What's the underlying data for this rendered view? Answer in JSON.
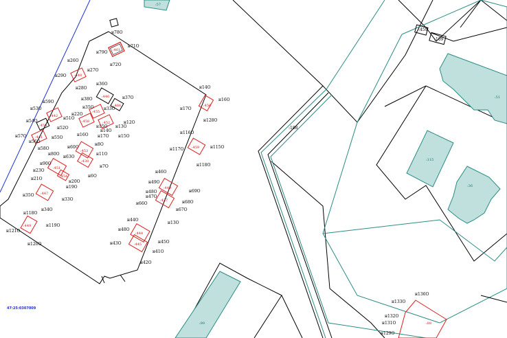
{
  "colors": {
    "boundary": "#000000",
    "redParcel": "#e01c1c",
    "teal": "#2a8b84",
    "tealFill": "#bfe0dc",
    "blueLine": "#1a2fd6"
  },
  "cadastral_number": "47:25:0307009",
  "buildings": [
    {
      "id": "b1",
      "label": ":57"
    },
    {
      "id": "b2",
      "label": ":51"
    },
    {
      "id": "b3",
      "label": ":115"
    },
    {
      "id": "b4",
      "label": ":36"
    },
    {
      "id": "b5",
      "label": ":99"
    }
  ],
  "parcels": [
    {
      "id": "p1",
      "label": ":461"
    },
    {
      "id": "p2",
      "label": ":448"
    },
    {
      "id": "p3",
      "label": ":446"
    },
    {
      "id": "p4",
      "label": ":466"
    },
    {
      "id": "p5",
      "label": ":455"
    },
    {
      "id": "p6",
      "label": ":452"
    },
    {
      "id": "p7",
      "label": ":458"
    },
    {
      "id": "p8",
      "label": ":442"
    },
    {
      "id": "p9",
      "label": ":441"
    },
    {
      "id": "p10",
      "label": ":450"
    },
    {
      "id": "p11",
      "label": ":453"
    },
    {
      "id": "p12",
      "label": ":438"
    },
    {
      "id": "p13",
      "label": ":459"
    },
    {
      "id": "p14",
      "label": ":451"
    },
    {
      "id": "p15",
      "label": ":447"
    },
    {
      "id": "p16",
      "label": ":449"
    },
    {
      "id": "p17",
      "label": ":443"
    },
    {
      "id": "p18",
      "label": ":437"
    },
    {
      "id": "p19",
      "label": ":444"
    },
    {
      "id": "p20",
      "label": ":445"
    },
    {
      "id": "p21",
      "label": ":456"
    },
    {
      "id": "p22",
      "label": ":454"
    },
    {
      "id": "p23",
      "label": ":88"
    }
  ],
  "small_labels": {
    "top_right_1": ":459",
    "top_right_2": ":109",
    "road": ":188"
  },
  "points": [
    {
      "id": "n1",
      "label": "н78О"
    },
    {
      "id": "n2",
      "label": "н71О"
    },
    {
      "id": "n3",
      "label": "н79О"
    },
    {
      "id": "n4",
      "label": "н72О"
    },
    {
      "id": "n5",
      "label": "н26О"
    },
    {
      "id": "n6",
      "label": "н29О"
    },
    {
      "id": "n7",
      "label": "н27О"
    },
    {
      "id": "n8",
      "label": "н28О"
    },
    {
      "id": "n9",
      "label": "н36О"
    },
    {
      "id": "n10",
      "label": "н37О"
    },
    {
      "id": "n11",
      "label": "н38О"
    },
    {
      "id": "n12",
      "label": "н33О"
    },
    {
      "id": "n13",
      "label": "н35О"
    },
    {
      "id": "n14",
      "label": "н59О"
    },
    {
      "id": "n15",
      "label": "н53О"
    },
    {
      "id": "n16",
      "label": "н54О"
    },
    {
      "id": "n17",
      "label": "н51О"
    },
    {
      "id": "n18",
      "label": "н52О"
    },
    {
      "id": "n19",
      "label": "н55О"
    },
    {
      "id": "n20",
      "label": "н57О"
    },
    {
      "id": "n21",
      "label": "н56О"
    },
    {
      "id": "n22",
      "label": "н58О"
    },
    {
      "id": "n23",
      "label": "н22О"
    },
    {
      "id": "n24",
      "label": "н14О"
    },
    {
      "id": "n25",
      "label": "н15О"
    },
    {
      "id": "n26",
      "label": "н13О"
    },
    {
      "id": "n27",
      "label": "н12О"
    },
    {
      "id": "n28",
      "label": "н15О"
    },
    {
      "id": "n29",
      "label": "н16О"
    },
    {
      "id": "n30",
      "label": "н17О"
    },
    {
      "id": "n31",
      "label": "н11О"
    },
    {
      "id": "n32",
      "label": "н8О"
    },
    {
      "id": "n33",
      "label": "н7О"
    },
    {
      "id": "n34",
      "label": "н6О"
    },
    {
      "id": "n35",
      "label": "н60О"
    },
    {
      "id": "n36",
      "label": "н63О"
    },
    {
      "id": "n37",
      "label": "н80О"
    },
    {
      "id": "n38",
      "label": "н90О"
    },
    {
      "id": "n39",
      "label": "н23О"
    },
    {
      "id": "n40",
      "label": "н21О"
    },
    {
      "id": "n41",
      "label": "н20О"
    },
    {
      "id": "n42",
      "label": "н19О"
    },
    {
      "id": "n43",
      "label": "н35О"
    },
    {
      "id": "n44",
      "label": "н33О"
    },
    {
      "id": "n45",
      "label": "н34О"
    },
    {
      "id": "n46",
      "label": "н118О"
    },
    {
      "id": "n47",
      "label": "н119О"
    },
    {
      "id": "n48",
      "label": "н121О"
    },
    {
      "id": "n49",
      "label": "н120О"
    },
    {
      "id": "n50",
      "label": "н116О"
    },
    {
      "id": "n51",
      "label": "н117О"
    },
    {
      "id": "n52",
      "label": "н115О"
    },
    {
      "id": "n53",
      "label": "н118О"
    },
    {
      "id": "n54",
      "label": "н46О"
    },
    {
      "id": "n55",
      "label": "н49О"
    },
    {
      "id": "n56",
      "label": "н48О"
    },
    {
      "id": "n57",
      "label": "н47О"
    },
    {
      "id": "n58",
      "label": "н69О"
    },
    {
      "id": "n59",
      "label": "н68О"
    },
    {
      "id": "n60",
      "label": "н67О"
    },
    {
      "id": "n61",
      "label": "н66О"
    },
    {
      "id": "n62",
      "label": "н44О"
    },
    {
      "id": "n63",
      "label": "н48О"
    },
    {
      "id": "n64",
      "label": "н43О"
    },
    {
      "id": "n65",
      "label": "н45О"
    },
    {
      "id": "n66",
      "label": "н41О"
    },
    {
      "id": "n67",
      "label": "н42О"
    },
    {
      "id": "n68",
      "label": "н13О"
    },
    {
      "id": "n69",
      "label": "н14О"
    },
    {
      "id": "n70",
      "label": "н16О"
    },
    {
      "id": "n71",
      "label": "н17О"
    },
    {
      "id": "n72",
      "label": "н128О"
    },
    {
      "id": "n73",
      "label": "н136О"
    },
    {
      "id": "n74",
      "label": "н133О"
    },
    {
      "id": "n75",
      "label": "н132О"
    },
    {
      "id": "n76",
      "label": "н131О"
    },
    {
      "id": "n77",
      "label": "н129О"
    }
  ]
}
